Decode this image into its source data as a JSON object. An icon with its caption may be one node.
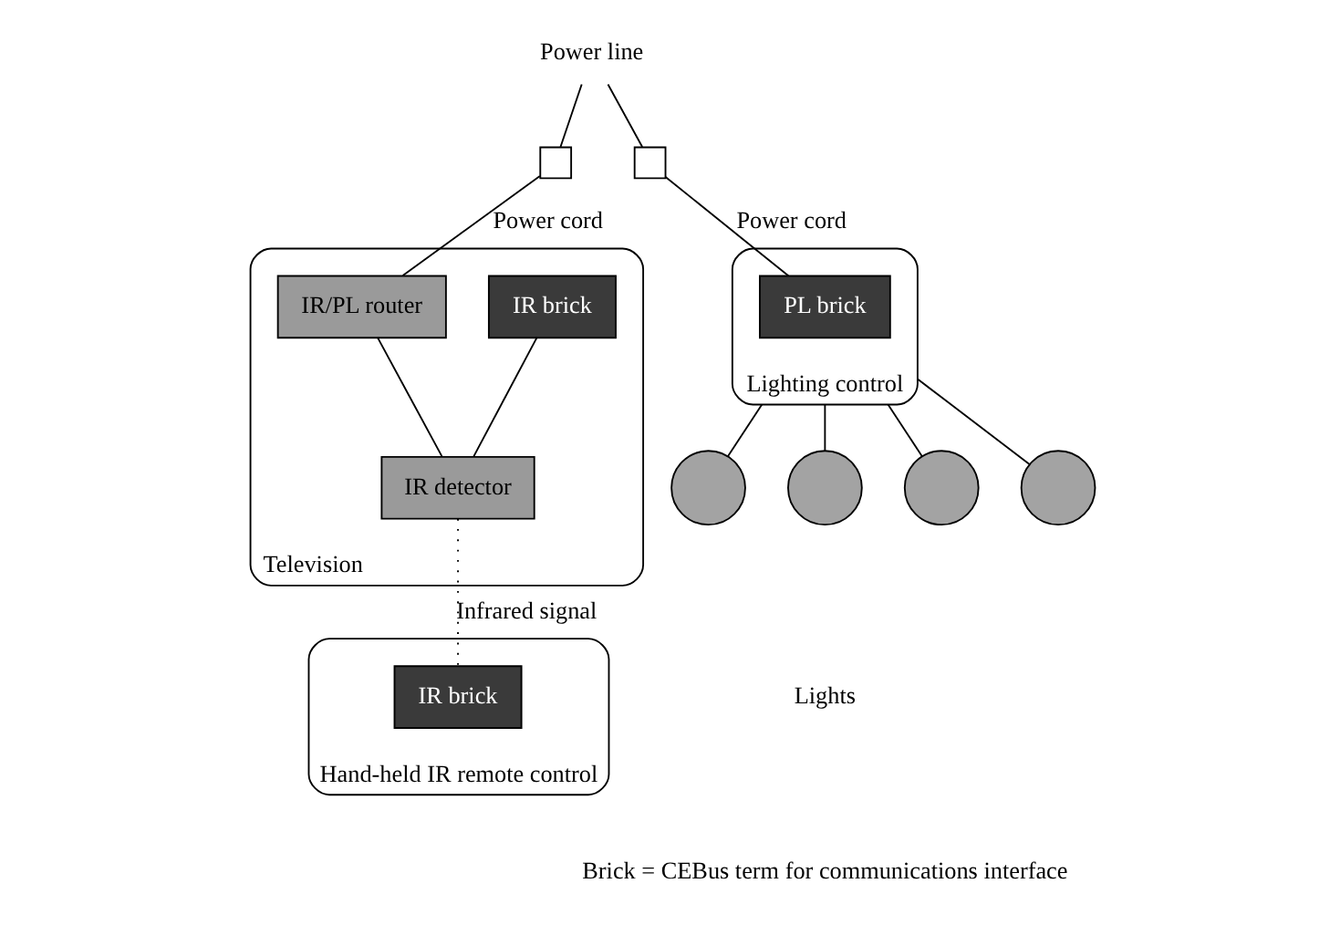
{
  "diagram": {
    "nodes": [
      {
        "text": [
          "Power line"
        ]
      },
      {
        "text": [],
        "shape": "box"
      },
      {
        "text": [],
        "shape": "box"
      },
      {
        "text": [
          "Television"
        ]
      },
      {
        "text": [
          "IR brick"
        ],
        "in": 3
      },
      {
        "text": [
          "IR/PL router"
        ],
        "in": 3
      },
      {
        "text": [
          "IR detector"
        ],
        "in": 3
      },
      {
        "text": [
          "Hand-held IR remote control"
        ]
      },
      {
        "text": [
          "IR brick"
        ],
        "in": 7
      },
      {
        "text": [
          "Lighting control"
        ]
      },
      {
        "text": [
          "PL brick"
        ],
        "in": 9
      },
      {
        "text": [],
        "shape": "circle"
      },
      {
        "text": [],
        "shape": "circle"
      },
      {
        "text": [],
        "shape": "circle"
      },
      {
        "text": [],
        "shape": "circle"
      }
    ],
    "edges": [
      {
        "from": 0,
        "to": 1,
        "arrow": "none"
      },
      {
        "from": 0,
        "to": 2,
        "arrow": "none"
      },
      {
        "from": 1,
        "to": 5,
        "arrow": "none",
        "label": "Power cord"
      },
      {
        "from": 2,
        "to": 10,
        "arrow": "none",
        "label": "Power cord"
      },
      {
        "from": 4,
        "to": 6,
        "arrow": "none"
      },
      {
        "from": 5,
        "to": 6,
        "arrow": "none"
      },
      {
        "from": 6,
        "to": 8,
        "arrow": "none",
        "style": "dashed",
        "label": "Infrared signal"
      },
      {
        "from": 9,
        "to": 11,
        "arrow": "none"
      },
      {
        "from": 9,
        "to": 12,
        "arrow": "none"
      },
      {
        "from": 9,
        "to": 13,
        "arrow": "none"
      },
      {
        "from": 9,
        "to": 14,
        "arrow": "none"
      }
    ],
    "labels": [
      "Lights",
      "Brick = CEBus term for communications interface"
    ]
  }
}
